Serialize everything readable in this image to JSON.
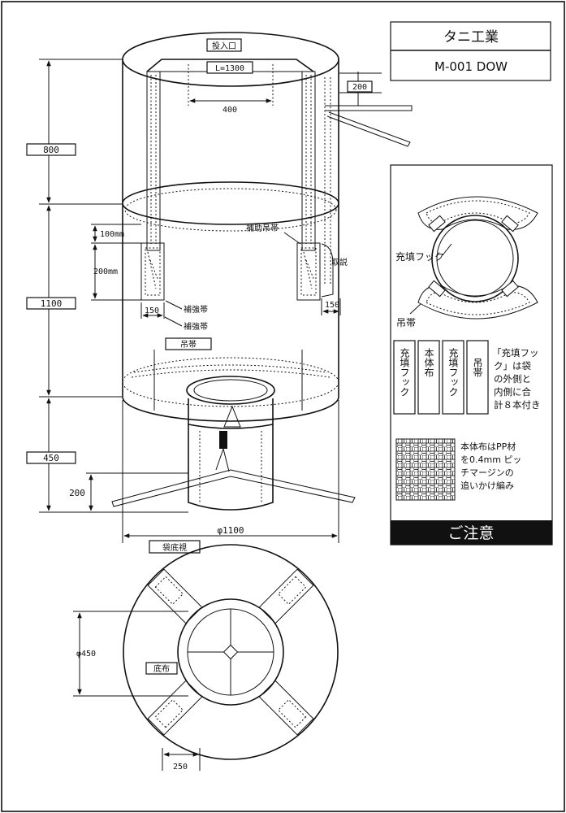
{
  "title_block": {
    "company": "タニ工業",
    "model": "M-001 DOW"
  },
  "bag_labels": {
    "inlet": "投入口",
    "inlet_width": "L=1300",
    "top_offset": "200",
    "skirt_width": "400",
    "top_height": "800",
    "hook_spacing": "100mm",
    "pocket_height": "200mm",
    "body_height": "1100",
    "width_left": "150",
    "width_right": "150",
    "aux_strap": "補助吊帯",
    "removal": "取説",
    "reinforce_1": "補強帯",
    "reinforce_2": "補強帯",
    "strap": "吊帯",
    "spout_height": "450",
    "spout_bottom": "200",
    "diameter": "φ1100"
  },
  "bottom_view": {
    "title": "袋底視",
    "diameter": "φ450",
    "bottom_cloth": "底布",
    "strap_width": "250"
  },
  "notes": {
    "hook_label": "充填フック",
    "strap_label": "吊帯",
    "col1": "充填フック",
    "col2": "本体布",
    "col3": "充填フック",
    "col4": "吊帯",
    "hook_note": [
      "「充填フッ",
      "ク」は袋",
      "の外側と",
      "内側に合",
      "計８本付き"
    ],
    "fabric_note": [
      "本体布はPP材",
      "を0.4mm ピッ",
      "チマージンの",
      "追いかけ編み"
    ],
    "caution": "ご注意"
  }
}
